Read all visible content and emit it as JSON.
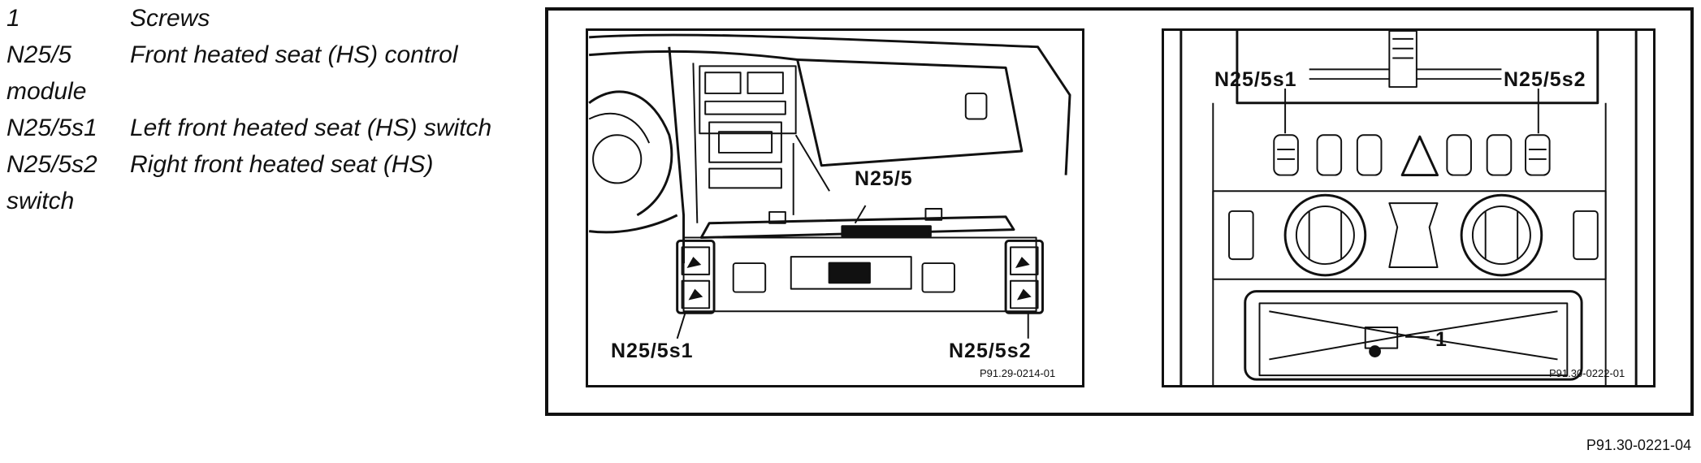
{
  "legend": [
    {
      "key": "1",
      "text": "Screws"
    },
    {
      "key": "N25/5",
      "text": "Front heated seat (HS) control",
      "cont": "module"
    },
    {
      "key": "N25/5s1",
      "text": "Left front heated seat (HS) switch"
    },
    {
      "key": "N25/5s2",
      "text": "Right front heated seat (HS)",
      "cont": "switch"
    }
  ],
  "left_panel": {
    "label_module": "N25/5",
    "label_s1": "N25/5s1",
    "label_s2": "N25/5s2",
    "ref": "P91.29-0214-01"
  },
  "right_panel": {
    "label_s1": "N25/5s1",
    "label_s2": "N25/5s2",
    "label_screw": "1",
    "ref": "P91.30-0222-01"
  },
  "figure_ref": "P91.30-0221-04"
}
